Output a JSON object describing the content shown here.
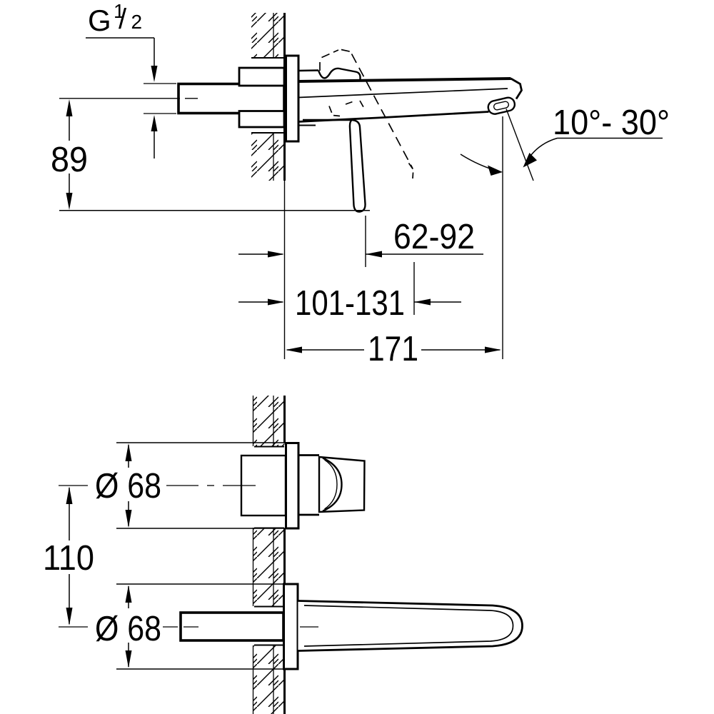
{
  "colors": {
    "ink": "#000000",
    "paper": "#ffffff"
  },
  "side_view": {
    "thread": {
      "g": "G",
      "numerator": "1",
      "slash": "/",
      "denominator": "2"
    },
    "dim_axis_to_handle_bottom": "89",
    "angle_range": "10°- 30°",
    "dim_wall_to_handle": "62-92",
    "dim_wall_to_handle_swung": "101-131",
    "dim_projection": "171"
  },
  "plan_view": {
    "dia_handle_escutcheon": "Ø 68",
    "dim_axis_distance": "110",
    "dia_spout_escutcheon": "Ø 68"
  }
}
